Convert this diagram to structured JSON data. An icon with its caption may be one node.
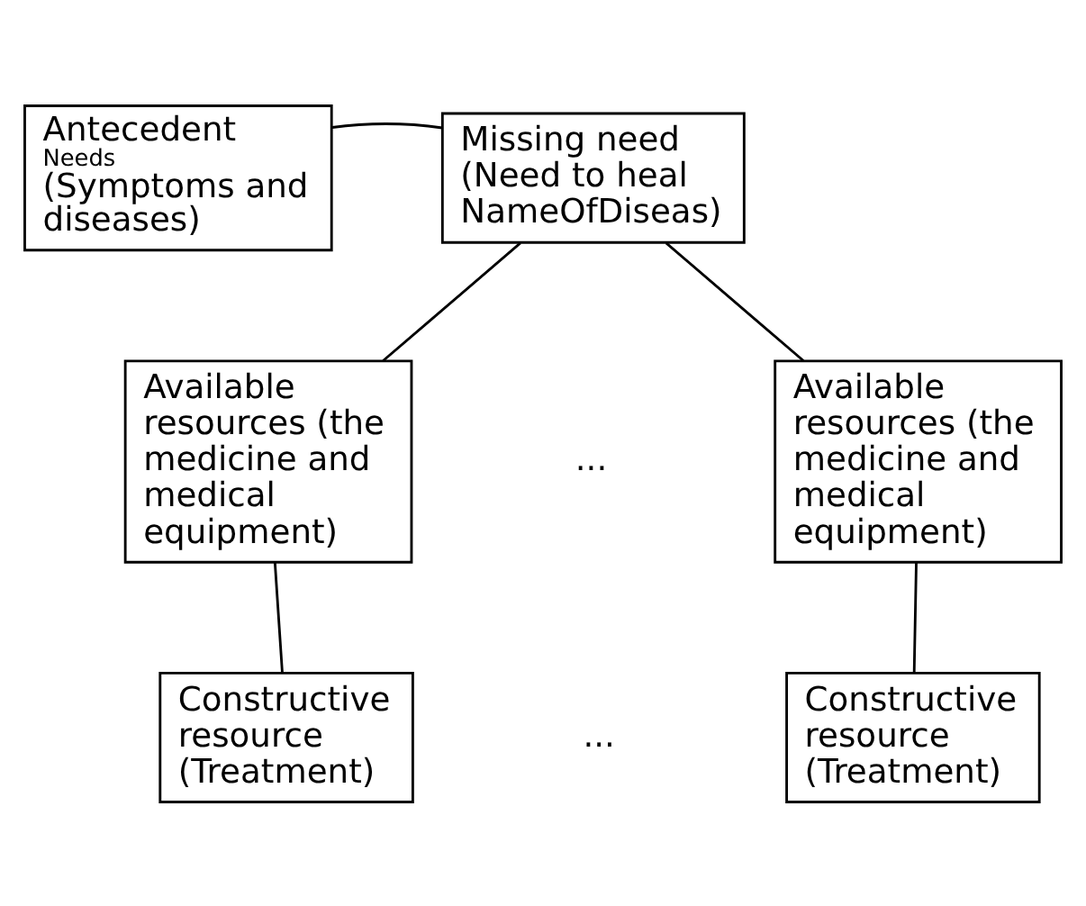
{
  "diagram": {
    "nodes": [
      {
        "text": [
          "Antecedent",
          "Needs",
          "(Symptoms and diseases)"
        ]
      },
      {
        "text": [
          "Missing need (Need to heal NameOfDiseas)"
        ]
      },
      {
        "text": [
          "Available resources (the medicine and medical equipment)"
        ]
      },
      {
        "text": [
          "Available resources (the medicine and medical equipment)"
        ]
      },
      {
        "text": [
          "Constructive resource (Treatment)"
        ]
      },
      {
        "text": [
          "Constructive resource (Treatment)"
        ]
      }
    ],
    "edges": [
      {
        "from": 0,
        "to": 1,
        "arrow": "none"
      },
      {
        "from": 1,
        "to": 2,
        "arrow": "none"
      },
      {
        "from": 1,
        "to": 3,
        "arrow": "none"
      },
      {
        "from": 2,
        "to": 4,
        "arrow": "none"
      },
      {
        "from": 3,
        "to": 5,
        "arrow": "none"
      }
    ],
    "labels": [
      "...",
      "..."
    ]
  }
}
